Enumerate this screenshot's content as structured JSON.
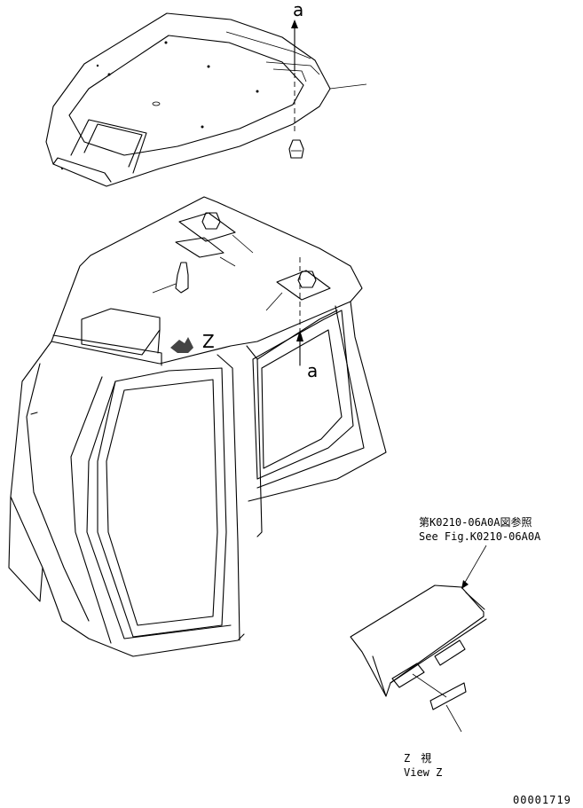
{
  "labels": {
    "arrow_a_top": "a",
    "arrow_a_bottom": "a",
    "view_marker": "Z",
    "reference_jp": "第K0210-06A0A図参照",
    "reference_en": "See Fig.K0210-06A0A",
    "view_z_jp": "Z　視",
    "view_z_en": "View Z",
    "drawing_number": "00001719"
  }
}
